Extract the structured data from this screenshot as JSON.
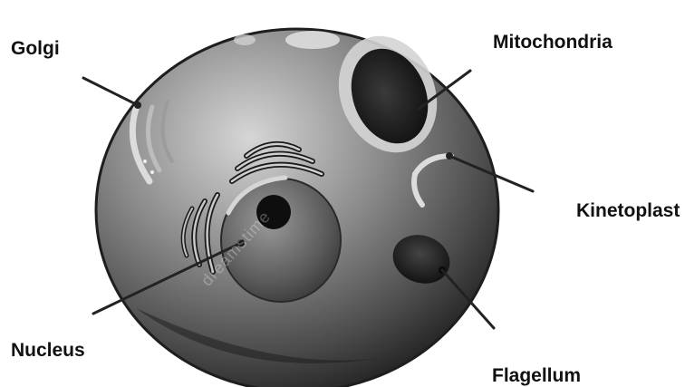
{
  "labels": {
    "golgi": "Golgi",
    "mitochondria": "Mitochondria",
    "kinetoplast": "Kinetoplast",
    "nucleus": "Nucleus",
    "flagellum": "Flagellum"
  },
  "watermark": "dreamstime",
  "colors": {
    "cell_light": "#c9c9c9",
    "cell_dark": "#2e2e2e",
    "leader_line": "#222222"
  }
}
